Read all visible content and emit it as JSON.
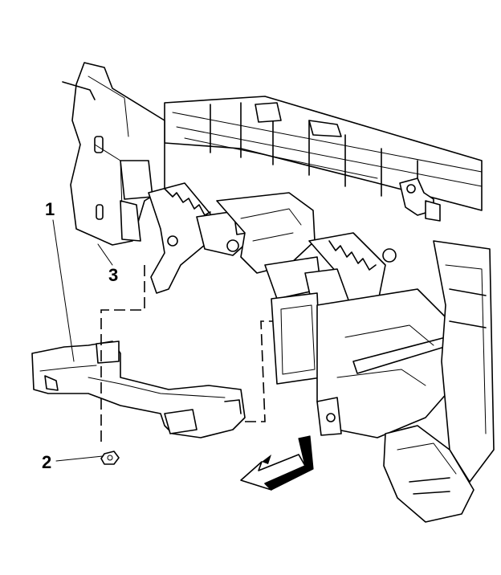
{
  "figure": {
    "callouts": [
      {
        "id": "1",
        "label": "1"
      },
      {
        "id": "2",
        "label": "2"
      },
      {
        "id": "3",
        "label": "3"
      }
    ],
    "colors": {
      "line": "#000000",
      "background": "#ffffff",
      "arrow_fill": "#000000"
    },
    "icons": [
      "direction-arrow-icon"
    ]
  }
}
